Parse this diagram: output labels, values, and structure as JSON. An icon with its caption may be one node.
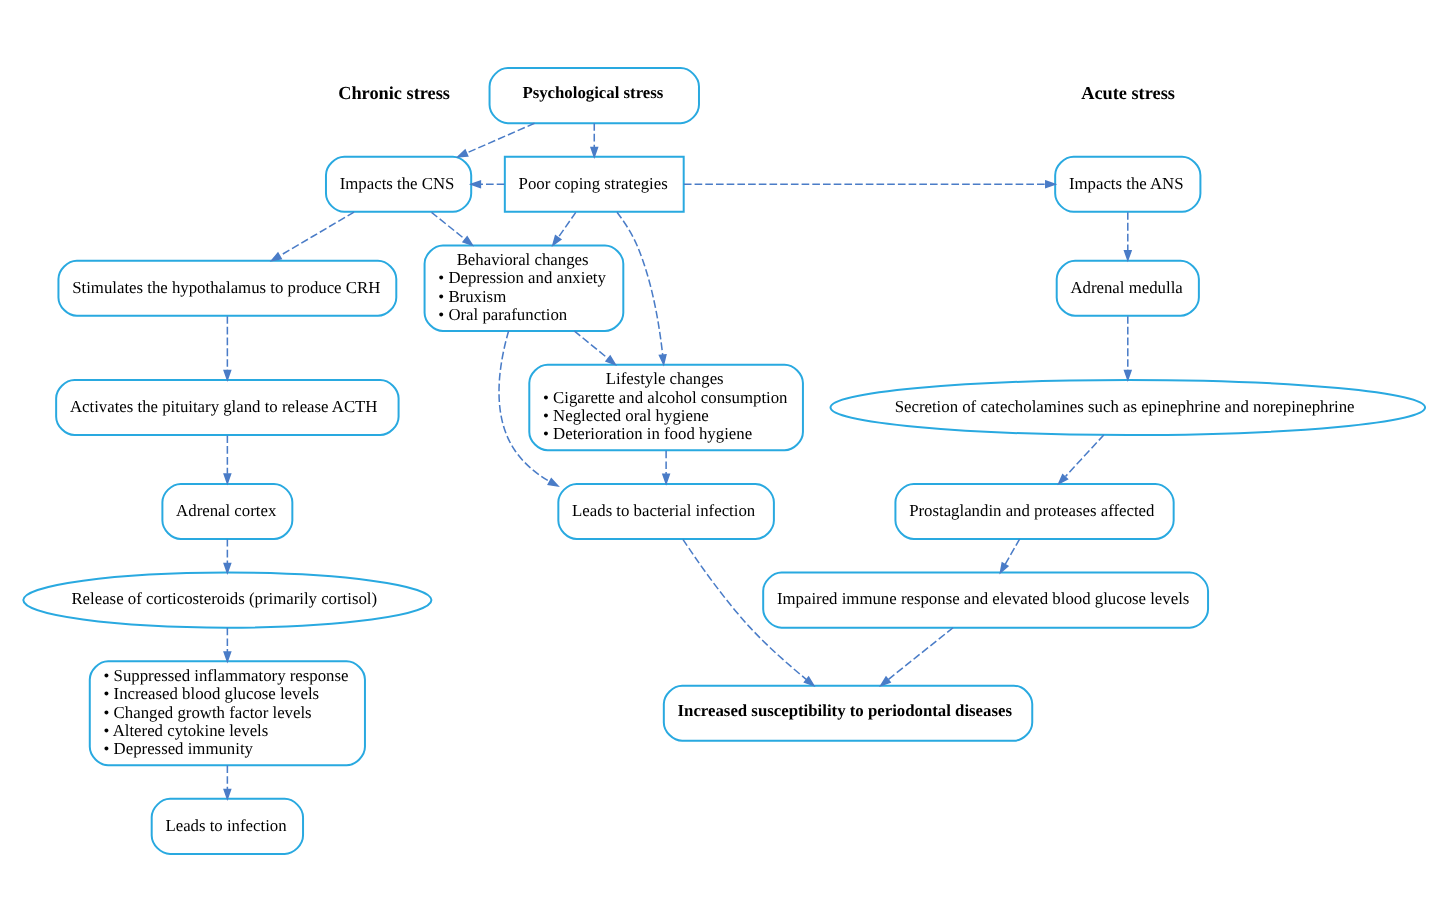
{
  "diagram": {
    "nodes": [
      {
        "text": [
          "Psychological stress"
        ]
      },
      {
        "text": [
          "Impacts the CNS"
        ]
      },
      {
        "text": [
          "Poor coping strategies"
        ]
      },
      {
        "text": [
          "Impacts the ANS"
        ]
      },
      {
        "text": [
          "Stimulates the hypothalamus to produce CRH"
        ]
      },
      {
        "text": [
          "Behavioral changes",
          "• Depression and anxiety",
          "• Bruxism",
          "• Oral parafunction"
        ]
      },
      {
        "text": [
          "Activates the pituitary gland to release ACTH"
        ]
      },
      {
        "text": [
          "Adrenal medulla"
        ]
      },
      {
        "text": [
          "Lifestyle changes",
          "• Cigarette and alcohol consumption",
          "• Neglected oral hygiene",
          "• Deterioration in food hygiene"
        ]
      },
      {
        "text": [
          "Adrenal cortex"
        ]
      },
      {
        "text": [
          "Secretion of catecholamines such as epinephrine and norepinephrine"
        ]
      },
      {
        "text": [
          "Release of corticosteroids (primarily cortisol)"
        ]
      },
      {
        "text": [
          "• Suppressed inflammatory response",
          "• Increased blood glucose levels",
          "• Changed growth factor levels",
          "• Altered cytokine levels",
          "• Depressed immunity"
        ]
      },
      {
        "text": [
          "Leads to bacterial infection"
        ]
      },
      {
        "text": [
          "Prostaglandin and proteases affected"
        ]
      },
      {
        "text": [
          "Leads to infection"
        ]
      },
      {
        "text": [
          "Increased susceptibility to periodontal diseases"
        ]
      },
      {
        "text": [
          "Impaired immune response and elevated blood glucose levels"
        ]
      }
    ],
    "edges": [
      {
        "from": 0,
        "to": 1,
        "arrow": "to",
        "style": "dashed"
      },
      {
        "from": 0,
        "to": 2,
        "arrow": "to",
        "style": "dashed"
      },
      {
        "from": 2,
        "to": 1,
        "arrow": "to",
        "style": "dashed"
      },
      {
        "from": 2,
        "to": 3,
        "arrow": "to",
        "style": "dashed"
      },
      {
        "from": 1,
        "to": 5,
        "arrow": "to",
        "style": "dashed"
      },
      {
        "from": 2,
        "to": 5,
        "arrow": "to",
        "style": "dashed"
      },
      {
        "from": 2,
        "to": 8,
        "arrow": "to",
        "style": "dashed"
      },
      {
        "from": 1,
        "to": 4,
        "arrow": "to",
        "style": "dashed"
      },
      {
        "from": 4,
        "to": 6,
        "arrow": "to",
        "style": "dashed"
      },
      {
        "from": 6,
        "to": 9,
        "arrow": "to",
        "style": "dashed"
      },
      {
        "from": 9,
        "to": 11,
        "arrow": "to",
        "style": "dashed"
      },
      {
        "from": 11,
        "to": 12,
        "arrow": "to",
        "style": "dashed"
      },
      {
        "from": 12,
        "to": 15,
        "arrow": "to",
        "style": "dashed"
      },
      {
        "from": 5,
        "to": 8,
        "arrow": "to",
        "style": "dashed"
      },
      {
        "from": 5,
        "to": 13,
        "arrow": "to",
        "style": "dashed"
      },
      {
        "from": 8,
        "to": 13,
        "arrow": "to",
        "style": "dashed"
      },
      {
        "from": 13,
        "to": 16,
        "arrow": "to",
        "style": "dashed"
      },
      {
        "from": 3,
        "to": 7,
        "arrow": "to",
        "style": "dashed"
      },
      {
        "from": 7,
        "to": 10,
        "arrow": "to",
        "style": "dashed"
      },
      {
        "from": 10,
        "to": 14,
        "arrow": "to",
        "style": "dashed"
      },
      {
        "from": 14,
        "to": 17,
        "arrow": "to",
        "style": "dashed"
      },
      {
        "from": 17,
        "to": 16,
        "arrow": "to",
        "style": "dashed"
      }
    ],
    "labels": [
      "Chronic stress",
      "Acute stress"
    ]
  }
}
